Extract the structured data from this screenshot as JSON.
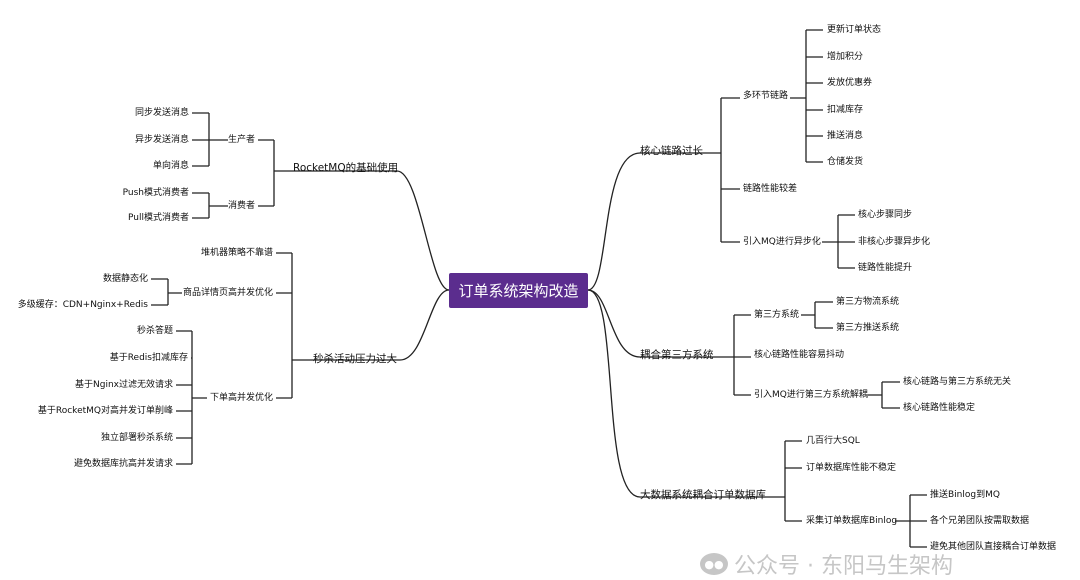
{
  "center": "订单系统架构改造",
  "branches": {
    "rocketmq": {
      "label": "RocketMQ的基础使用",
      "producer": {
        "label": "生产者",
        "items": [
          "同步发送消息",
          "异步发送消息",
          "单向消息"
        ]
      },
      "consumer": {
        "label": "消费者",
        "items": [
          "Push模式消费者",
          "Pull模式消费者"
        ]
      }
    },
    "seckill": {
      "label": "秒杀活动压力过大",
      "items": [
        "堆机器策略不靠谱"
      ],
      "detail": {
        "label": "商品详情页高并发优化",
        "items": [
          "数据静态化",
          "多级缓存：CDN+Nginx+Redis"
        ]
      },
      "order": {
        "label": "下单高并发优化",
        "items": [
          "秒杀答题",
          "基于Redis扣减库存",
          "基于Nginx过滤无效请求",
          "基于RocketMQ对高并发订单削峰",
          "独立部署秒杀系统",
          "避免数据库抗高并发请求"
        ]
      }
    },
    "core": {
      "label": "核心链路过长",
      "multi": {
        "label": "多环节链路",
        "items": [
          "更新订单状态",
          "增加积分",
          "发放优惠券",
          "扣减库存",
          "推送消息",
          "仓储发货"
        ]
      },
      "perf": "链路性能较差",
      "async": {
        "label": "引入MQ进行异步化",
        "items": [
          "核心步骤同步",
          "非核心步骤异步化",
          "链路性能提升"
        ]
      }
    },
    "third": {
      "label": "耦合第三方系统",
      "sys": {
        "label": "第三方系统",
        "items": [
          "第三方物流系统",
          "第三方推送系统"
        ]
      },
      "jitter": "核心链路性能容易抖动",
      "decouple": {
        "label": "引入MQ进行第三方系统解耦",
        "items": [
          "核心链路与第三方系统无关",
          "核心链路性能稳定"
        ]
      }
    },
    "bigdata": {
      "label": "大数据系统耦合订单数据库",
      "items": [
        "几百行大SQL",
        "订单数据库性能不稳定"
      ],
      "binlog": {
        "label": "采集订单数据库Binlog",
        "items": [
          "推送Binlog到MQ",
          "各个兄弟团队按需取数据",
          "避免其他团队直接耦合订单数据"
        ]
      }
    }
  },
  "watermark": {
    "icon": "wechat-icon",
    "text": "公众号 · 东阳马生架构"
  },
  "colors": {
    "center_bg": "#5b2d8e",
    "line": "#222222"
  }
}
